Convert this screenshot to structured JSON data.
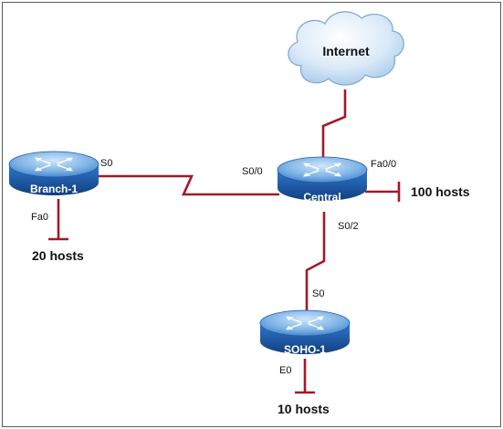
{
  "cloud": {
    "label": "Internet"
  },
  "routers": {
    "branch": {
      "name": "Branch-1"
    },
    "central": {
      "name": "Central"
    },
    "soho": {
      "name": "SOHO-1"
    }
  },
  "ports": {
    "branch_s0": "S0",
    "branch_fa0": "Fa0",
    "central_s00": "S0/0",
    "central_fa00": "Fa0/0",
    "central_s02": "S0/2",
    "soho_s0": "S0",
    "soho_e0": "E0"
  },
  "lans": {
    "branch": "20 hosts",
    "central": "100 hosts",
    "soho": "10 hosts"
  },
  "colors": {
    "link": "#a01a2a",
    "router_body": "#2a6fc4",
    "router_top": "#8fc0ec",
    "cloud_fill": "#cfe3f6"
  }
}
